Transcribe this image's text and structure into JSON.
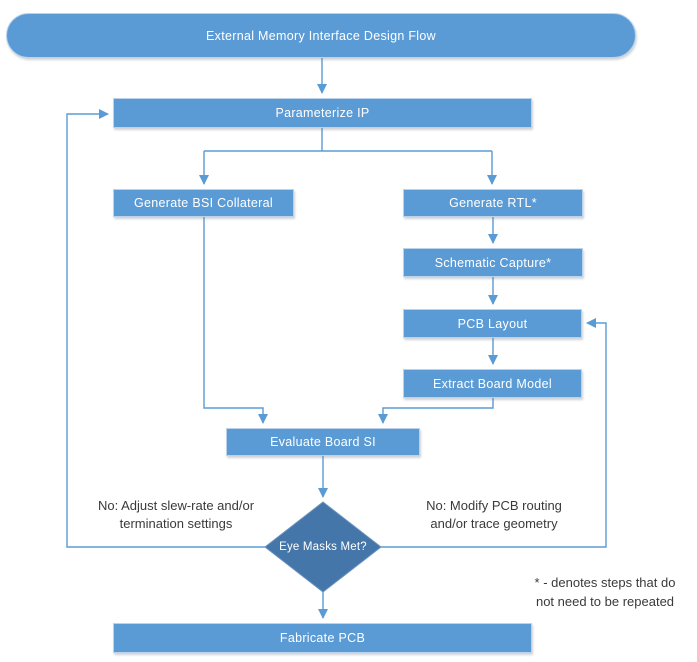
{
  "diagram": {
    "nodes": {
      "start": {
        "label": "External Memory Interface Design Flow",
        "type": "terminator"
      },
      "parameterize_ip": {
        "label": "Parameterize IP",
        "type": "process"
      },
      "generate_bsi_collateral": {
        "label": "Generate BSI Collateral",
        "type": "process"
      },
      "generate_rtl": {
        "label": "Generate RTL*",
        "type": "process"
      },
      "schematic_capture": {
        "label": "Schematic Capture*",
        "type": "process"
      },
      "pcb_layout": {
        "label": "PCB Layout",
        "type": "process"
      },
      "extract_board_model": {
        "label": "Extract Board Model",
        "type": "process"
      },
      "evaluate_board_si": {
        "label": "Evaluate Board SI",
        "type": "process"
      },
      "eye_masks_met": {
        "label": "Eye Masks Met?",
        "type": "decision"
      },
      "fabricate_pcb": {
        "label": "Fabricate PCB",
        "type": "process"
      }
    },
    "edge_labels": {
      "no_adjust": {
        "line1": "No: Adjust slew-rate and/or",
        "line2": "termination settings"
      },
      "no_modify": {
        "line1": "No: Modify PCB routing",
        "line2": "and/or trace geometry"
      }
    },
    "footnote": {
      "line1": "* - denotes steps that do",
      "line2": "not need to be repeated"
    },
    "colors": {
      "box_fill": "#5B9BD5",
      "box_border": "#BBD2EA",
      "diamond_fill": "#4576A9",
      "diamond_border": "#6B93BF",
      "connector": "#5B9BD5",
      "node_text": "#FFFFFF",
      "annotation_text": "#3A3A3A"
    }
  }
}
